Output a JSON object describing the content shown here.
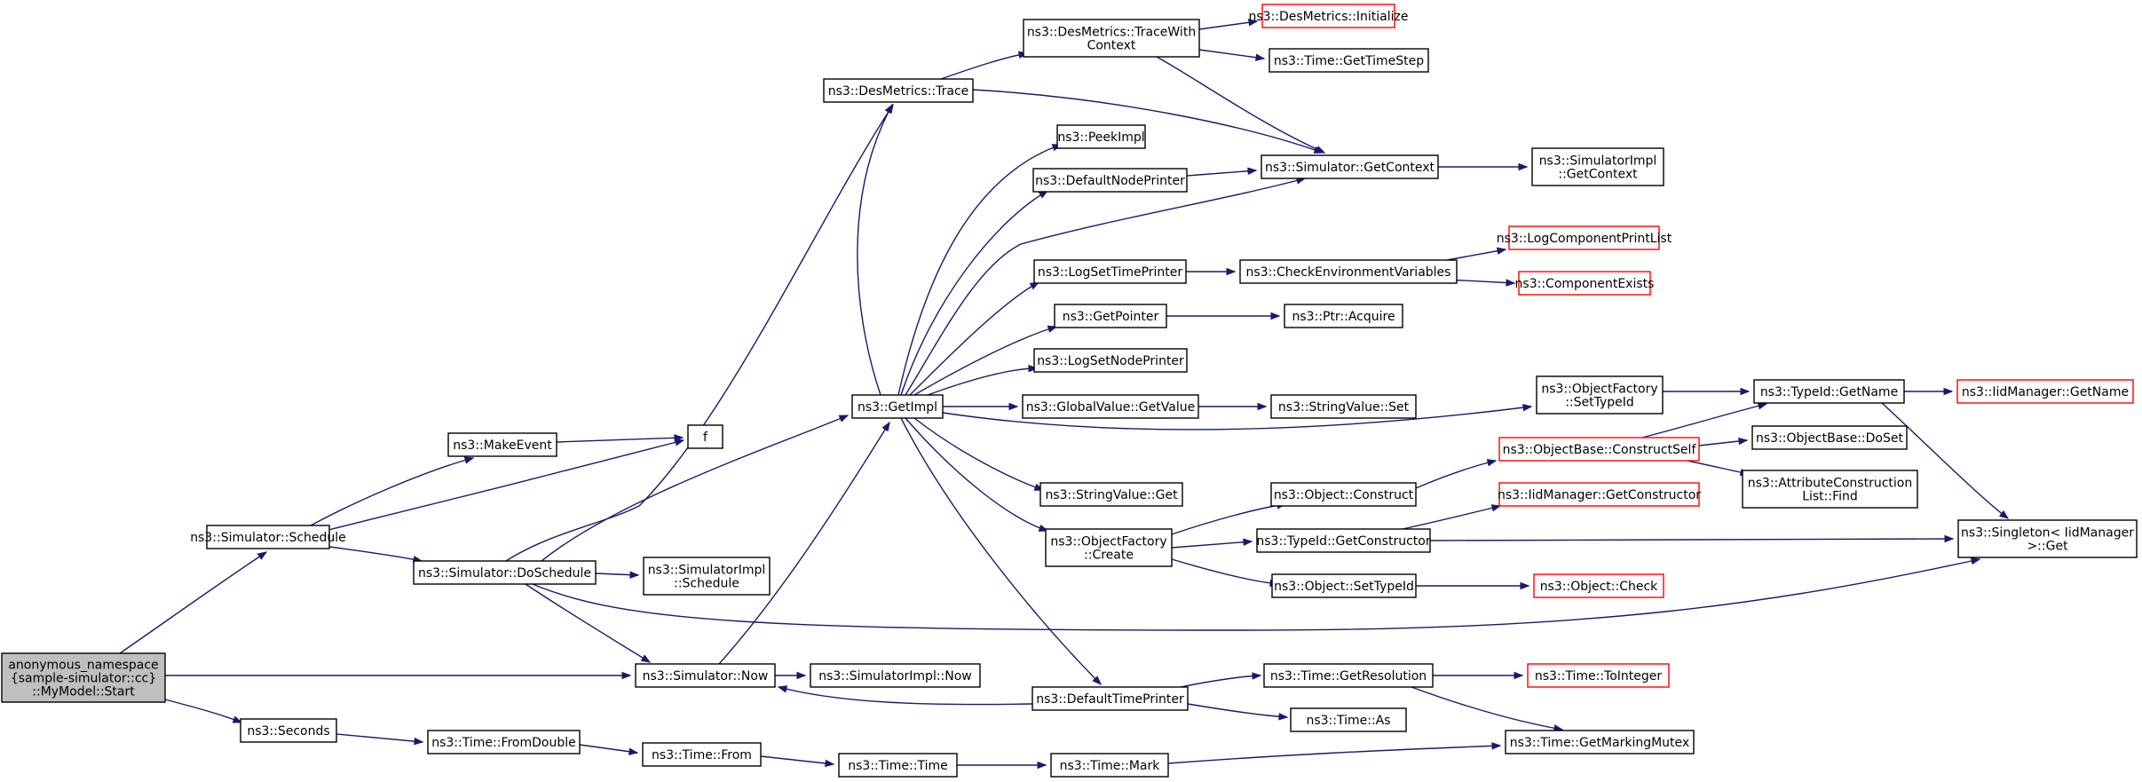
{
  "diagram": {
    "type": "call-graph",
    "colors": {
      "edge": "#191970",
      "node_border": "#000000",
      "node_border_truncated": "#ff0000",
      "root_fill": "#bfbfbf",
      "node_fill": "#ffffff"
    },
    "nodes": [
      {
        "id": "start",
        "lines": [
          "anonymous_namespace",
          "{sample-simulator::cc}",
          "::MyModel::Start"
        ],
        "root": true
      },
      {
        "id": "schedule",
        "lines": [
          "ns3::Simulator::Schedule"
        ]
      },
      {
        "id": "now",
        "lines": [
          "ns3::Simulator::Now"
        ]
      },
      {
        "id": "seconds",
        "lines": [
          "ns3::Seconds"
        ]
      },
      {
        "id": "makeevent",
        "lines": [
          "ns3::MakeEvent"
        ]
      },
      {
        "id": "f",
        "lines": [
          "f"
        ]
      },
      {
        "id": "doschedule",
        "lines": [
          "ns3::Simulator::DoSchedule"
        ]
      },
      {
        "id": "simimpl_schedule",
        "lines": [
          "ns3::SimulatorImpl",
          "::Schedule"
        ]
      },
      {
        "id": "getimpl",
        "lines": [
          "ns3::GetImpl"
        ]
      },
      {
        "id": "desmetrics_trace",
        "lines": [
          "ns3::DesMetrics::Trace"
        ]
      },
      {
        "id": "tracewithcontext",
        "lines": [
          "ns3::DesMetrics::TraceWith",
          "Context"
        ]
      },
      {
        "id": "desmetrics_init",
        "lines": [
          "ns3::DesMetrics::Initialize"
        ],
        "truncated": true
      },
      {
        "id": "gettimestep",
        "lines": [
          "ns3::Time::GetTimeStep"
        ]
      },
      {
        "id": "getcontext",
        "lines": [
          "ns3::Simulator::GetContext"
        ]
      },
      {
        "id": "simimpl_getcontext",
        "lines": [
          "ns3::SimulatorImpl",
          "::GetContext"
        ]
      },
      {
        "id": "peekimpl",
        "lines": [
          "ns3::PeekImpl"
        ]
      },
      {
        "id": "defaultnodeprinter",
        "lines": [
          "ns3::DefaultNodePrinter"
        ]
      },
      {
        "id": "logsettimeprinter",
        "lines": [
          "ns3::LogSetTimePrinter"
        ]
      },
      {
        "id": "checkenv",
        "lines": [
          "ns3::CheckEnvironmentVariables"
        ]
      },
      {
        "id": "logcomponentprintlist",
        "lines": [
          "ns3::LogComponentPrintList"
        ],
        "truncated": true
      },
      {
        "id": "componentexists",
        "lines": [
          "ns3::ComponentExists"
        ],
        "truncated": true
      },
      {
        "id": "getpointer",
        "lines": [
          "ns3::GetPointer"
        ]
      },
      {
        "id": "ptracquire",
        "lines": [
          "ns3::Ptr::Acquire"
        ]
      },
      {
        "id": "logsetnodeprinter",
        "lines": [
          "ns3::LogSetNodePrinter"
        ]
      },
      {
        "id": "globalvalue_getvalue",
        "lines": [
          "ns3::GlobalValue::GetValue"
        ]
      },
      {
        "id": "stringvalue_set",
        "lines": [
          "ns3::StringValue::Set"
        ]
      },
      {
        "id": "objectfactory_settypeid",
        "lines": [
          "ns3::ObjectFactory",
          "::SetTypeId"
        ]
      },
      {
        "id": "typeid_getname",
        "lines": [
          "ns3::TypeId::GetName"
        ]
      },
      {
        "id": "iidmanager_getname",
        "lines": [
          "ns3::IidManager::GetName"
        ],
        "truncated": true
      },
      {
        "id": "objectbase_constructself",
        "lines": [
          "ns3::ObjectBase::ConstructSelf"
        ],
        "truncated": true
      },
      {
        "id": "objectbase_doset",
        "lines": [
          "ns3::ObjectBase::DoSet"
        ]
      },
      {
        "id": "attrconstructionlist_find",
        "lines": [
          "ns3::AttributeConstruction",
          "List::Find"
        ]
      },
      {
        "id": "stringvalue_get",
        "lines": [
          "ns3::StringValue::Get"
        ]
      },
      {
        "id": "object_construct",
        "lines": [
          "ns3::Object::Construct"
        ]
      },
      {
        "id": "iidmanager_getconstructor",
        "lines": [
          "ns3::IidManager::GetConstructor"
        ],
        "truncated": true
      },
      {
        "id": "objectfactory_create",
        "lines": [
          "ns3::ObjectFactory",
          "::Create"
        ]
      },
      {
        "id": "typeid_getconstructor",
        "lines": [
          "ns3::TypeId::GetConstructor"
        ]
      },
      {
        "id": "singleton_get",
        "lines": [
          "ns3::Singleton< IidManager",
          ">::Get"
        ]
      },
      {
        "id": "object_settypeid",
        "lines": [
          "ns3::Object::SetTypeId"
        ]
      },
      {
        "id": "object_check",
        "lines": [
          "ns3::Object::Check"
        ],
        "truncated": true
      },
      {
        "id": "simimpl_now",
        "lines": [
          "ns3::SimulatorImpl::Now"
        ]
      },
      {
        "id": "defaulttimeprinter",
        "lines": [
          "ns3::DefaultTimePrinter"
        ]
      },
      {
        "id": "time_getresolution",
        "lines": [
          "ns3::Time::GetResolution"
        ]
      },
      {
        "id": "time_tointeger",
        "lines": [
          "ns3::Time::ToInteger"
        ],
        "truncated": true
      },
      {
        "id": "time_as",
        "lines": [
          "ns3::Time::As"
        ]
      },
      {
        "id": "time_getmarkingmutex",
        "lines": [
          "ns3::Time::GetMarkingMutex"
        ]
      },
      {
        "id": "time_fromdouble",
        "lines": [
          "ns3::Time::FromDouble"
        ]
      },
      {
        "id": "time_from",
        "lines": [
          "ns3::Time::From"
        ]
      },
      {
        "id": "time_time",
        "lines": [
          "ns3::Time::Time"
        ]
      },
      {
        "id": "time_mark",
        "lines": [
          "ns3::Time::Mark"
        ]
      }
    ]
  }
}
